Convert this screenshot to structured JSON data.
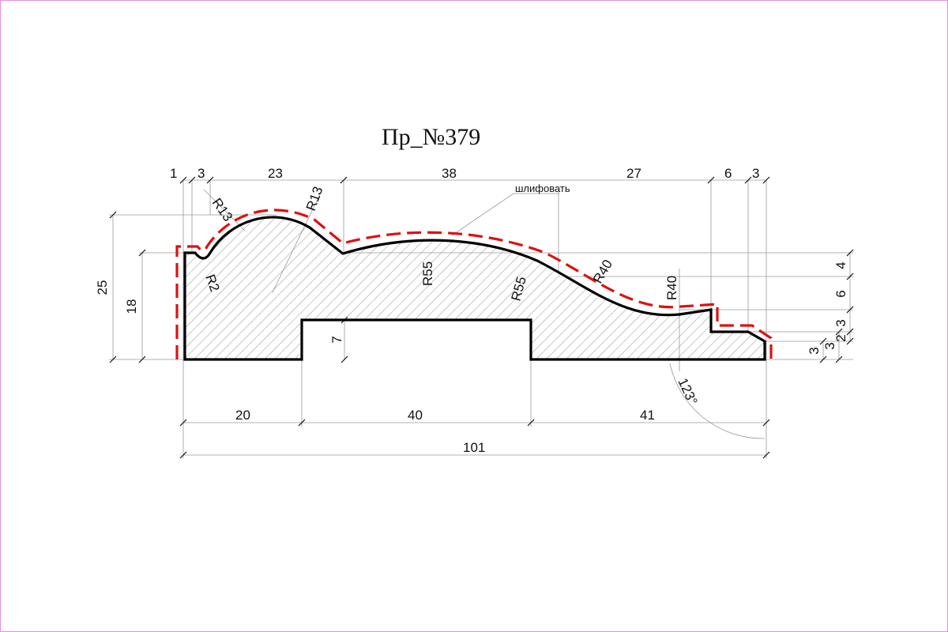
{
  "title": "Пр_№379",
  "note": "шлифовать",
  "colors": {
    "frame": "#e58fe0",
    "profile": "#000000",
    "sanding": "#e01010",
    "dimension": "#9a9a9a"
  },
  "dimensions": {
    "top": [
      "1",
      "3",
      "23",
      "38",
      "27",
      "6",
      "3"
    ],
    "left_height_total": "25",
    "left_height_body": "18",
    "groove_depth": "7",
    "right_steps": [
      "4",
      "6",
      "3",
      "2",
      "3",
      "3"
    ],
    "bottom": [
      "20",
      "40",
      "41"
    ],
    "overall": "101",
    "radii": [
      "R13",
      "R13",
      "R2",
      "R55",
      "R55",
      "R40",
      "R40"
    ],
    "angle": "123°"
  }
}
